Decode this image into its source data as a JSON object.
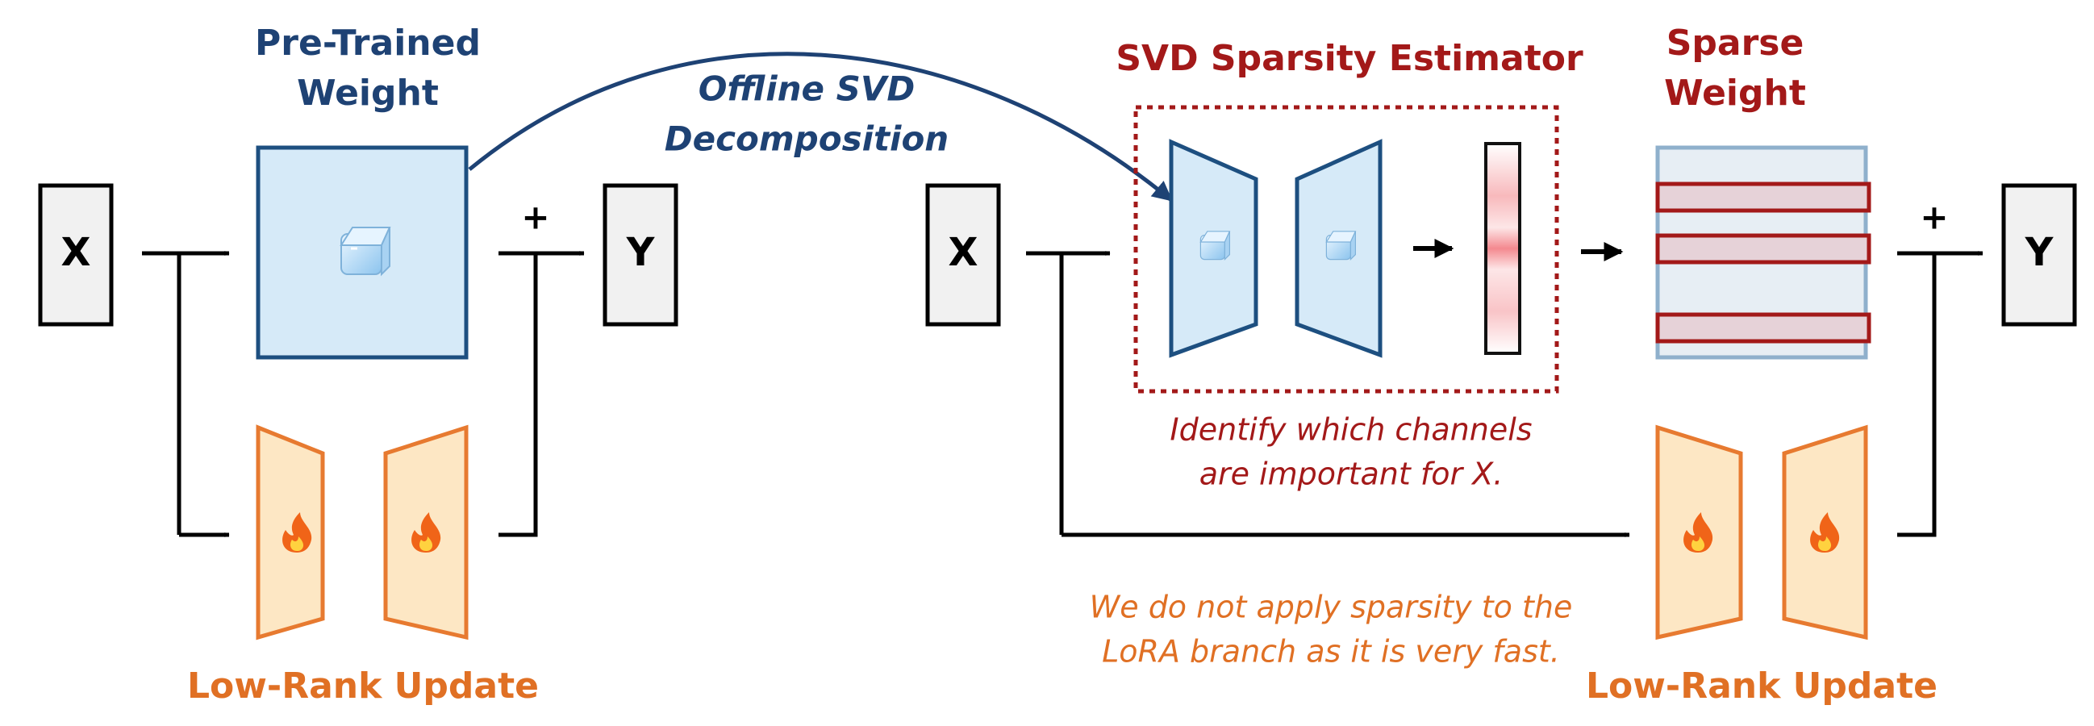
{
  "left": {
    "input_label": "X",
    "output_label": "Y",
    "plus": "+",
    "weight_title": [
      "Pre-Trained",
      "Weight"
    ],
    "lora_title": "Low-Rank Update",
    "frozen_icon": "ice-cube-icon",
    "trainable_icon": "fire-icon"
  },
  "middle": {
    "arrow_label": [
      "Offline SVD",
      "Decomposition"
    ]
  },
  "right": {
    "input_label": "X",
    "output_label": "Y",
    "plus": "+",
    "estimator_title": "SVD Sparsity Estimator",
    "estimator_caption": [
      "Identify which channels",
      "are important for X."
    ],
    "sparse_title": [
      "Sparse",
      "Weight"
    ],
    "lora_note": [
      "We do not apply sparsity to the",
      "LoRA branch as it is very fast."
    ],
    "lora_title": "Low-Rank Update"
  },
  "colors": {
    "navy": "#1e4274",
    "frozen_fill": "#d6eaf8",
    "frozen_stroke": "#1d4f80",
    "lora_fill": "#fde7c4",
    "lora_stroke": "#e77a30",
    "orange_text": "#e07024",
    "red": "#a31919",
    "sparse_fill": "#e7eef4",
    "sparse_stroke": "#8fb0cc",
    "box_fill": "#f1f1f1"
  }
}
